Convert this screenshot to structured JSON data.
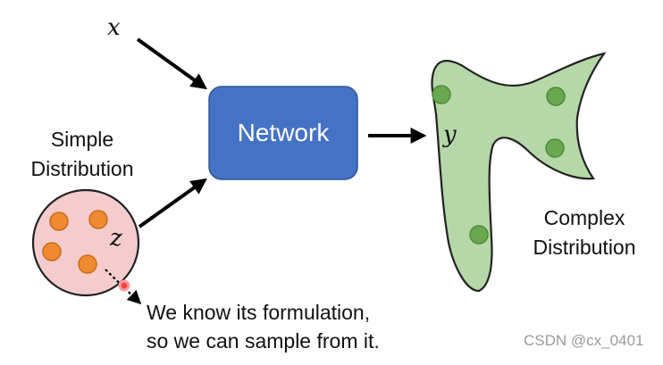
{
  "variables": {
    "x": "x",
    "y": "y",
    "z": "z"
  },
  "network": {
    "label": "Network",
    "color": "#4472C4"
  },
  "simple_distribution": {
    "label_line1": "Simple",
    "label_line2": "Distribution",
    "fill": "#F4CCCC",
    "dot_color": "#F08A30"
  },
  "complex_distribution": {
    "label_line1": "Complex",
    "label_line2": "Distribution",
    "fill": "#B6D7A8",
    "dot_color": "#6AA84F"
  },
  "caption": {
    "line1": "We know its formulation,",
    "line2": "so we can sample from it."
  },
  "watermark": "CSDN @cx_0401"
}
